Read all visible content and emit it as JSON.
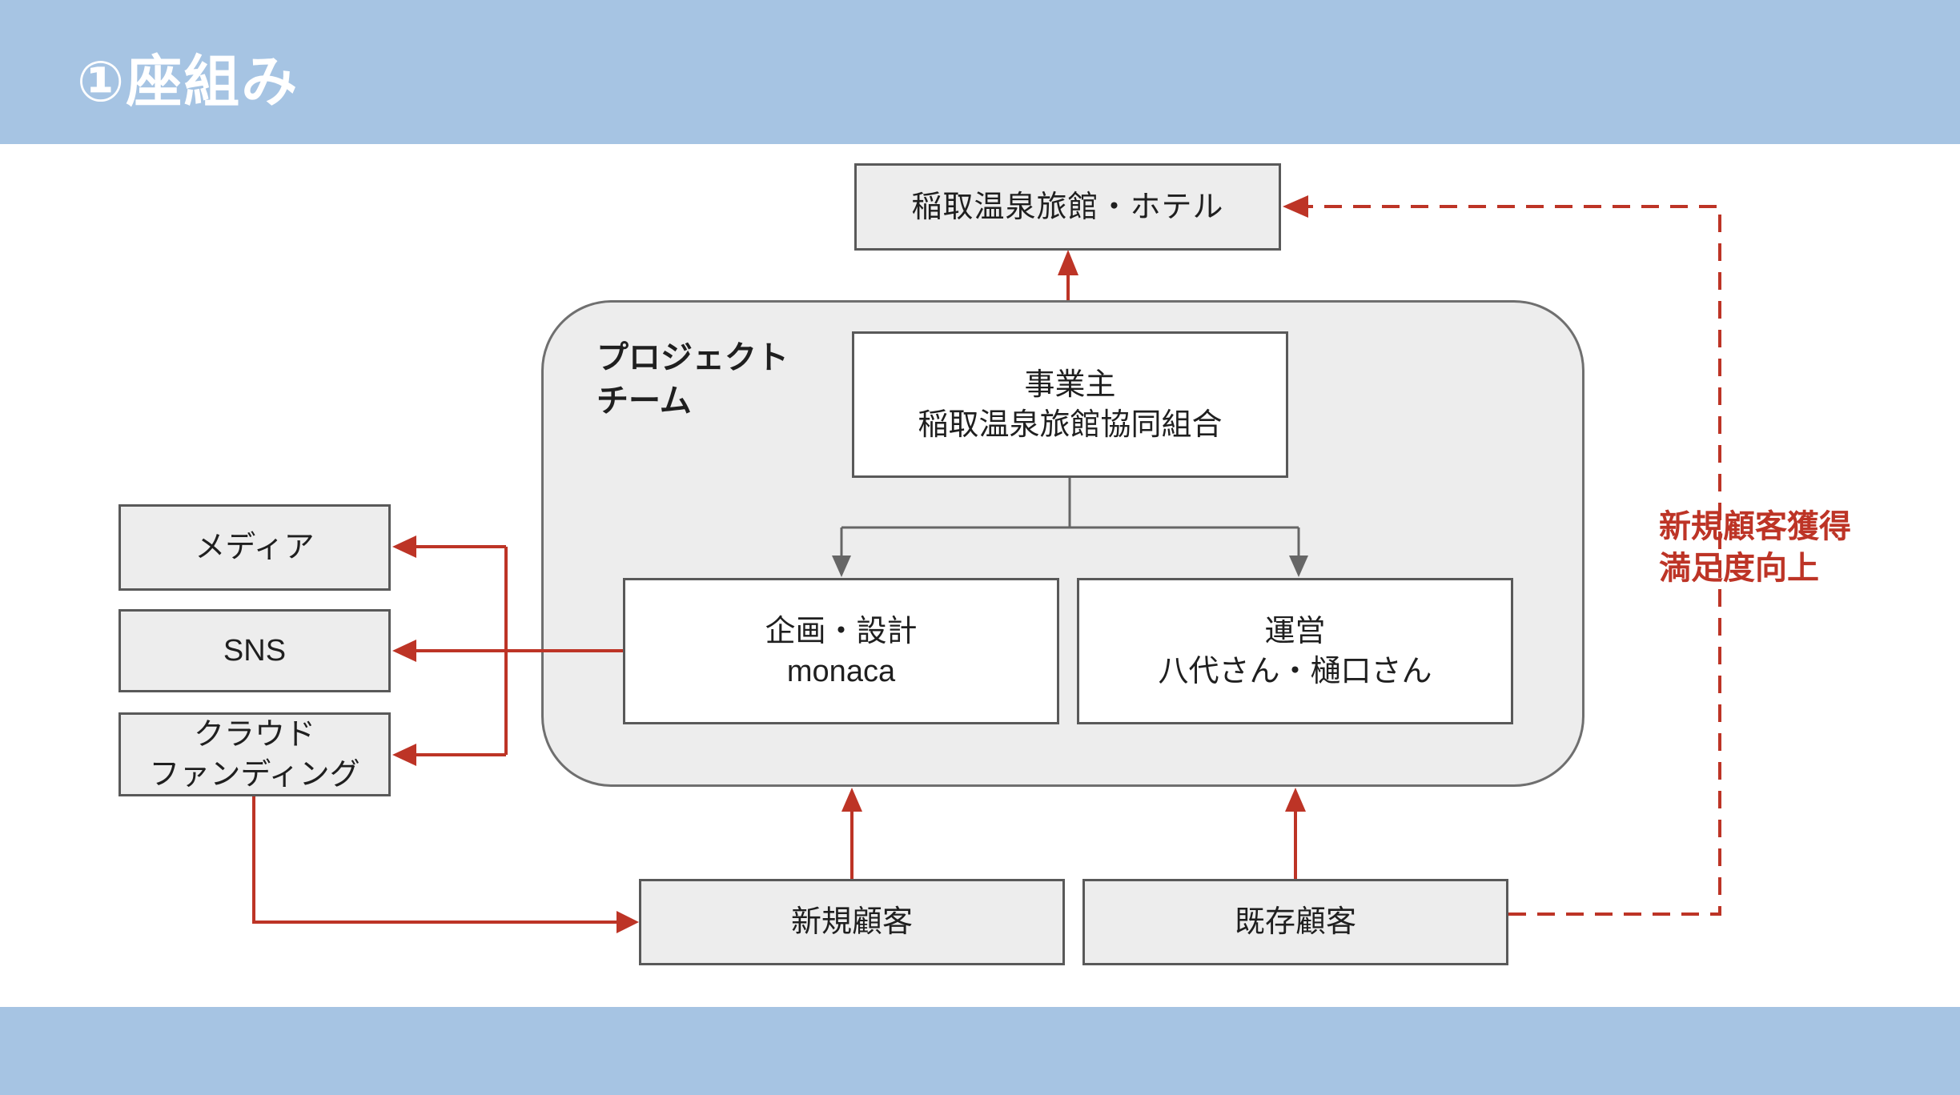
{
  "theme": {
    "accent_blue": "#a6c4e3",
    "red": "#bd3426",
    "node_fill_gray": "#ededed",
    "node_border": "#595959"
  },
  "header": {
    "title": "①座組み"
  },
  "nodes": {
    "hotel": "稲取温泉旅館・ホテル",
    "project_team_label": "プロジェクト\nチーム",
    "owner": "事業主\n稲取温泉旅館協同組合",
    "planning": "企画・設計\nmonaca",
    "operation": "運営\n八代さん・樋口さん",
    "media": "メディア",
    "sns": "SNS",
    "crowdfunding": "クラウド\nファンディング",
    "new_customers": "新規顧客",
    "existing_customers": "既存顧客"
  },
  "annotations": {
    "goal": "新規顧客獲得\n満足度向上"
  }
}
